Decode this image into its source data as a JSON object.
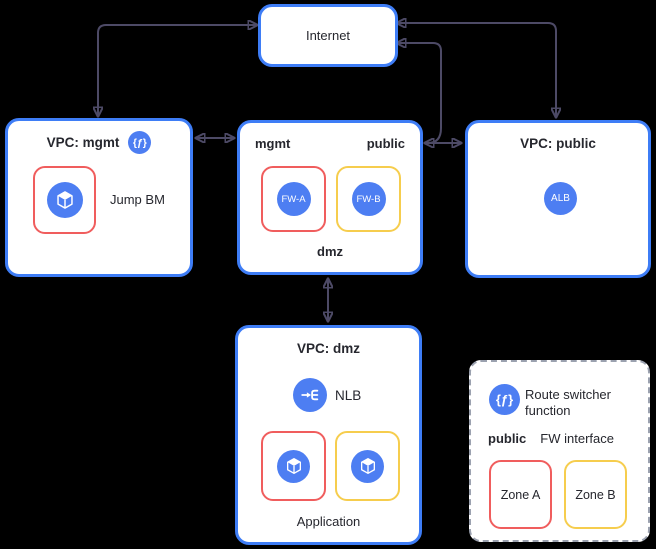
{
  "colors": {
    "background": "#000000",
    "box_border": "#3e7df6",
    "node_blue": "#4d7ef2",
    "zone_red": "#f05d5d",
    "zone_yellow": "#f6cd4d",
    "arrow": "#4d4a66",
    "text": "#26272e",
    "legend_border": "#9ba1af",
    "white": "#ffffff"
  },
  "internet": {
    "label": "Internet"
  },
  "vpc_mgmt": {
    "title": "VPC: mgmt",
    "func_glyph": "{ƒ}",
    "vm_label": "Jump BM"
  },
  "fw_vpc": {
    "if_mgmt": "mgmt",
    "if_public": "public",
    "if_dmz": "dmz",
    "fw_a": "FW-A",
    "fw_b": "FW-B"
  },
  "vpc_public": {
    "title": "VPC: public",
    "alb_label": "ALB"
  },
  "vpc_dmz": {
    "title": "VPC: dmz",
    "nlb_label": "NLB",
    "app_label": "Application"
  },
  "legend": {
    "func_glyph": "{ƒ}",
    "route_switcher": "Route switcher function",
    "public_label": "public",
    "fw_interface_label": "FW interface",
    "zone_a": "Zone A",
    "zone_b": "Zone B"
  }
}
